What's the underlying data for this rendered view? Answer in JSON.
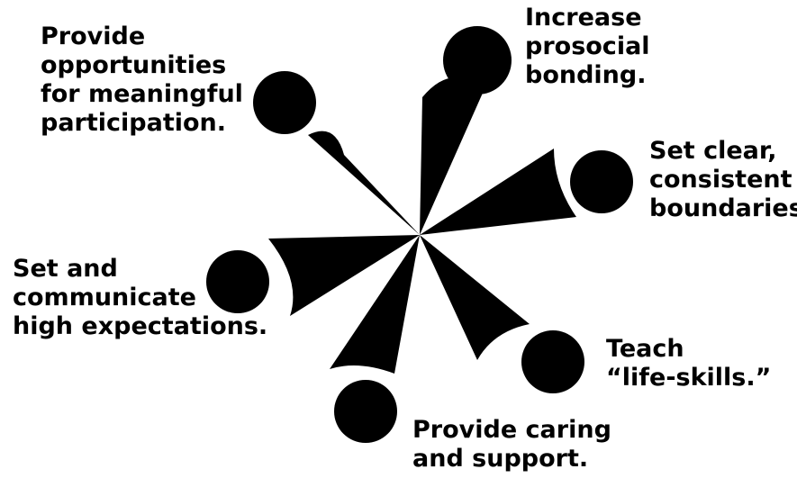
{
  "diagram": {
    "colors": {
      "ink": "#000000",
      "background": "#ffffff"
    },
    "spokes": [
      {
        "id": "top",
        "lines": [
          "Increase",
          "prosocial",
          "bonding."
        ]
      },
      {
        "id": "right",
        "lines": [
          "Set clear,",
          "consistent",
          "boundaries."
        ]
      },
      {
        "id": "bottom-right",
        "lines": [
          "Teach",
          "“life-skills.”"
        ]
      },
      {
        "id": "bottom",
        "lines": [
          "Provide caring",
          "and support."
        ]
      },
      {
        "id": "left",
        "lines": [
          "Set and",
          "communicate",
          "high expectations."
        ]
      },
      {
        "id": "top-left",
        "lines": [
          "Provide",
          "opportunities",
          "for meaningful",
          "participation."
        ]
      }
    ]
  }
}
